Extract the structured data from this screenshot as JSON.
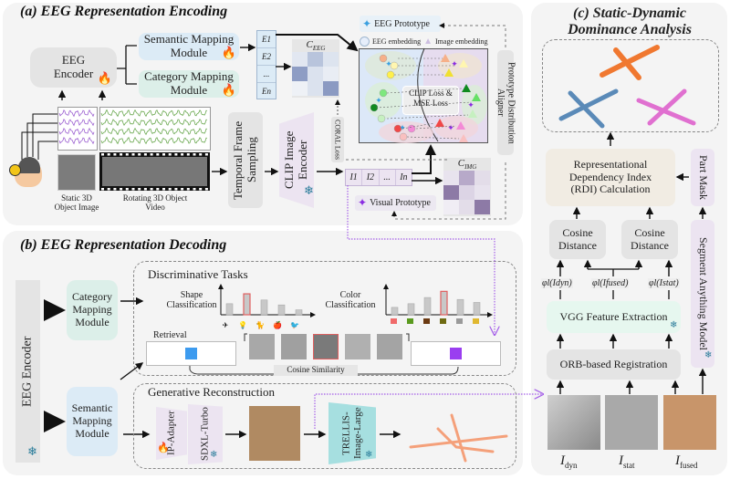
{
  "panel_a": {
    "title": "(a) EEG Representation Encoding",
    "eeg_encoder": "EEG Encoder",
    "semantic_module": "Semantic Mapping Module",
    "category_module": "Category Mapping Module",
    "eeg_tokens": [
      "E1",
      "E2",
      "...",
      "En"
    ],
    "c_eeg": "C_EEG",
    "c_img": "C_IMG",
    "eeg_prototype": "EEG Prototype",
    "legend_eeg": "EEG embedding",
    "legend_img": "Image embedding",
    "loss_label": "CLIP Loss & MSE Loss",
    "aligner": "Prototype Distribution Aligner",
    "coral": "CORAL Loss",
    "temporal": "Temporal Frame Sampling",
    "clip_encoder": "CLIP Image Encoder",
    "img_tokens": [
      "I1",
      "I2",
      "...",
      "In"
    ],
    "visual_prototype": "Visual Prototype",
    "static_label": "Static 3D Object Image",
    "video_label": "Rotating 3D Object Video"
  },
  "panel_b": {
    "title": "(b) EEG Representation Decoding",
    "eeg_encoder": "EEG Encoder",
    "category_module": "Category Mapping Module",
    "semantic_module": "Semantic Mapping Module",
    "discriminative": "Discriminative Tasks",
    "shape_cls": "Shape Classification",
    "color_cls": "Color Classification",
    "retrieval": "Retrieval",
    "cosine_sim": "Cosine Similarity",
    "generative": "Generative Reconstruction",
    "ip_adapter": "IP-Adapter",
    "sdxl": "SDXL-Turbo",
    "trellis": "TRELLIS-Image-Large",
    "shape_bars": [
      0.45,
      0.85,
      0.6,
      0.4,
      0.2
    ],
    "shape_selected": 1,
    "shape_icons": [
      "airplane",
      "lightbulb",
      "cat",
      "apple",
      "bird"
    ],
    "color_bars": [
      0.3,
      0.45,
      0.7,
      0.95,
      0.62,
      0.5
    ],
    "color_selected": 3,
    "color_swatches": [
      "#f06a6a",
      "#5a9a1e",
      "#6b3a12",
      "#6e6a12",
      "#9a9a9a",
      "#e0b830"
    ],
    "retrieval_left": [
      "#9fcdf7",
      "#3d9bef",
      "#9fcdf7",
      "#3d9bef"
    ],
    "retrieval_right": [
      "#c99af5",
      "#9a3ef0",
      "#c99af5",
      "#9a3ef0"
    ],
    "ellipsis": "..."
  },
  "panel_c": {
    "title": "(c) Static-Dynamic Dominance Analysis",
    "rdi": "Representational Dependency Index (RDI) Calculation",
    "part_mask": "Part Mask",
    "cosine1": "Cosine Distance",
    "cosine2": "Cosine Distance",
    "phi_dyn": "φl(Idyn)",
    "phi_fused": "φl(Ifused)",
    "phi_stat": "φl(Istat)",
    "vgg": "VGG Feature Extraction",
    "orb": "ORB-based Registration",
    "sam": "Segment Anything Model",
    "i_dyn": "I",
    "i_dyn_sub": "dyn",
    "i_stat": "I",
    "i_stat_sub": "stat",
    "i_fused": "I",
    "i_fused_sub": "fused"
  },
  "colors": {
    "purple_dotted": "#a45ee8",
    "highlight": "#e06060"
  }
}
